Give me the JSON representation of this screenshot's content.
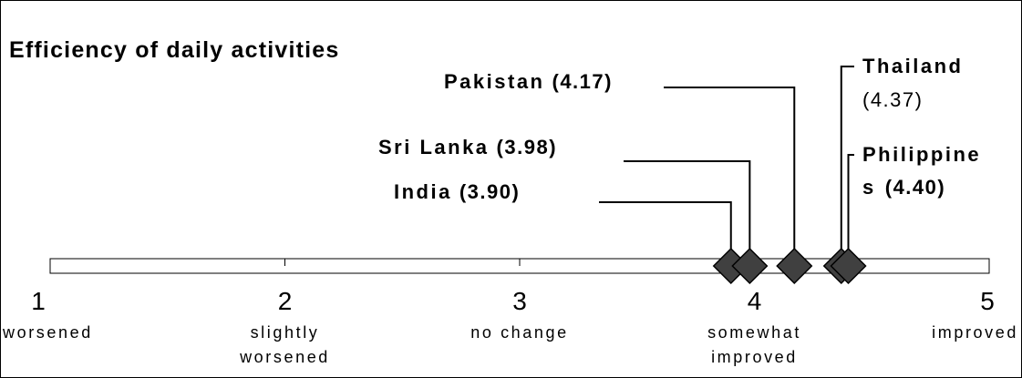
{
  "chart_data": {
    "type": "scatter",
    "title": "Efficiency of daily activities",
    "xlim": [
      1,
      5
    ],
    "grid": false,
    "ticks": [
      {
        "value": 1,
        "label": "1",
        "sublabel": [
          "worsened"
        ]
      },
      {
        "value": 2,
        "label": "2",
        "sublabel": [
          "slightly",
          "worsened"
        ]
      },
      {
        "value": 3,
        "label": "3",
        "sublabel": [
          "no change"
        ]
      },
      {
        "value": 4,
        "label": "4",
        "sublabel": [
          "somewhat",
          "improved"
        ]
      },
      {
        "value": 5,
        "label": "5",
        "sublabel": [
          "improved"
        ]
      }
    ],
    "points": [
      {
        "name": "India",
        "x": 3.9,
        "value_label": "(3.90)"
      },
      {
        "name": "Sri Lanka",
        "x": 3.98,
        "value_label": "(3.98)"
      },
      {
        "name": "Pakistan",
        "x": 4.17,
        "value_label": "(4.17)"
      },
      {
        "name": "Thailand",
        "x": 4.37,
        "value_label": "(4.37)"
      },
      {
        "name": "Philippines",
        "x": 4.4,
        "value_label": "(4.40)"
      }
    ],
    "colors": {
      "marker": "#404040",
      "marker_stroke": "#000000",
      "axis_bar": "#ffffff",
      "line": "#000000"
    }
  }
}
